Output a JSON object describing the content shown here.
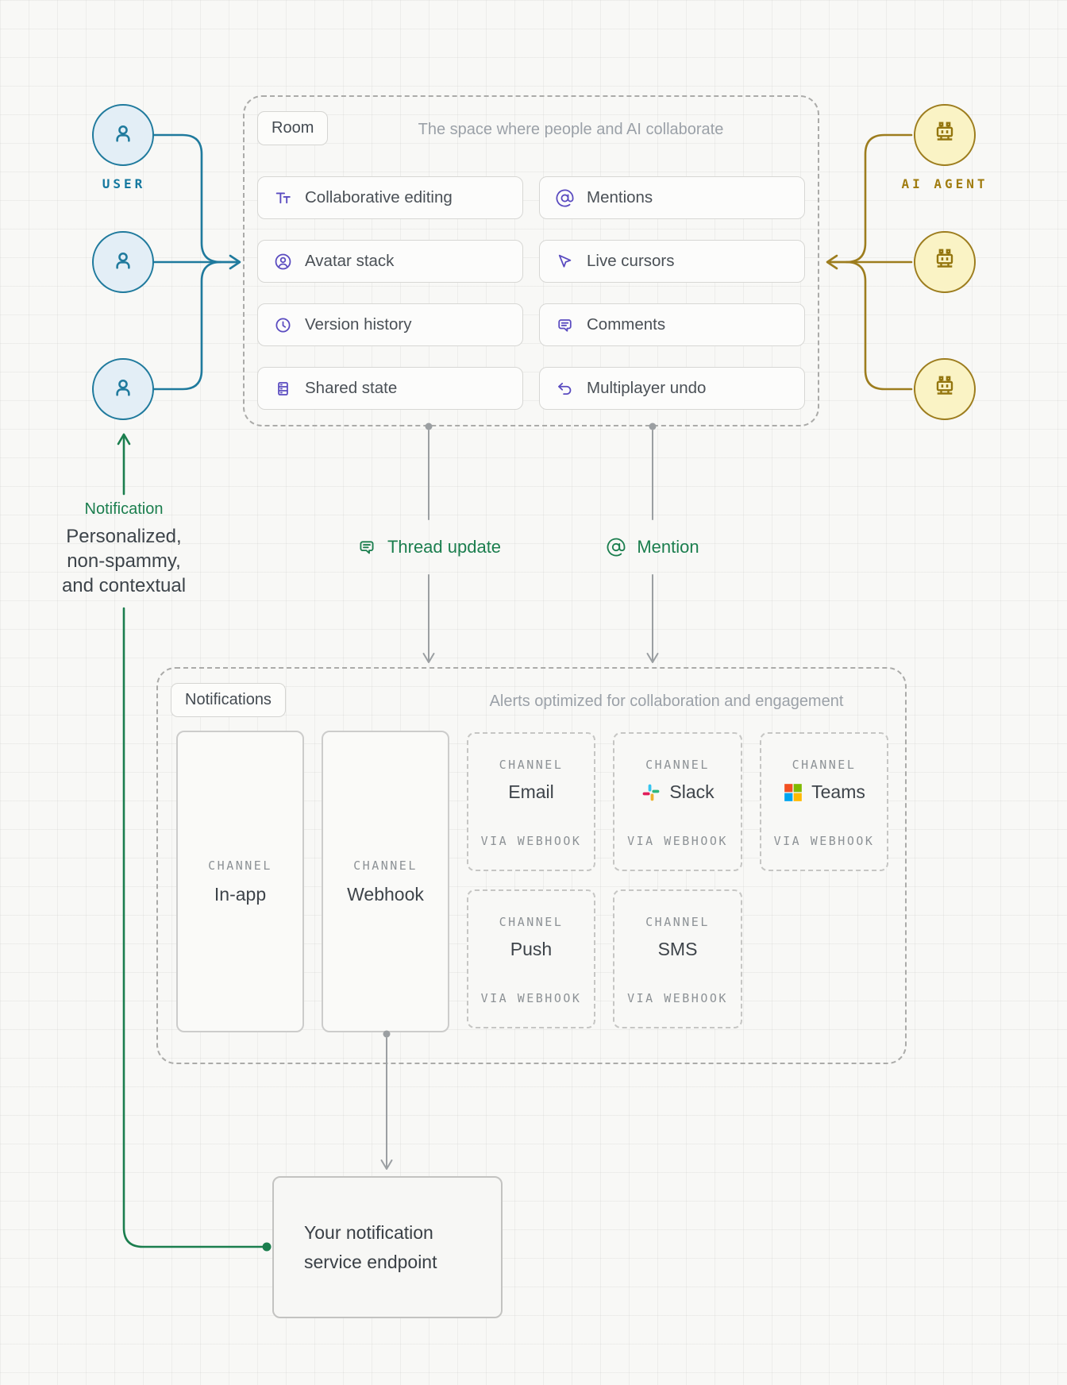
{
  "left": {
    "user_label": "USER",
    "note_title": "Notification",
    "note_lines": [
      "Personalized,",
      "non-spammy,",
      "and contextual"
    ]
  },
  "right": {
    "agent_label": "AI AGENT"
  },
  "room": {
    "chip": "Room",
    "subtitle": "The space where people and AI collaborate",
    "features": [
      {
        "label": "Collaborative editing",
        "icon": "text-style-icon"
      },
      {
        "label": "Mentions",
        "icon": "at-sign-icon"
      },
      {
        "label": "Avatar stack",
        "icon": "avatar-circle-icon"
      },
      {
        "label": "Live cursors",
        "icon": "cursor-icon"
      },
      {
        "label": "Version history",
        "icon": "clock-icon"
      },
      {
        "label": "Comments",
        "icon": "comment-icon"
      },
      {
        "label": "Shared state",
        "icon": "database-icon"
      },
      {
        "label": "Multiplayer undo",
        "icon": "undo-icon"
      }
    ]
  },
  "events": [
    {
      "label": "Thread update",
      "icon": "comment-icon"
    },
    {
      "label": "Mention",
      "icon": "at-sign-icon"
    }
  ],
  "notifications": {
    "chip": "Notifications",
    "subtitle": "Alerts optimized for collaboration and engagement",
    "channel_label": "CHANNEL",
    "via_label": "VIA WEBHOOK",
    "channels": [
      {
        "name": "In-app",
        "type": "primary"
      },
      {
        "name": "Webhook",
        "type": "primary"
      },
      {
        "name": "Email",
        "type": "via"
      },
      {
        "name": "Slack",
        "type": "via",
        "icon": "slack-logo"
      },
      {
        "name": "Teams",
        "type": "via",
        "icon": "microsoft-logo"
      },
      {
        "name": "Push",
        "type": "via"
      },
      {
        "name": "SMS",
        "type": "via"
      }
    ]
  },
  "endpoint": {
    "label": "Your notification service endpoint"
  },
  "colors": {
    "user_accent": "#1f7a9d",
    "agent_accent": "#9d7d1e",
    "feature_icon": "#5a4bc0",
    "event_accent": "#1b7e4e",
    "connector_gray": "#9b9fa2"
  }
}
